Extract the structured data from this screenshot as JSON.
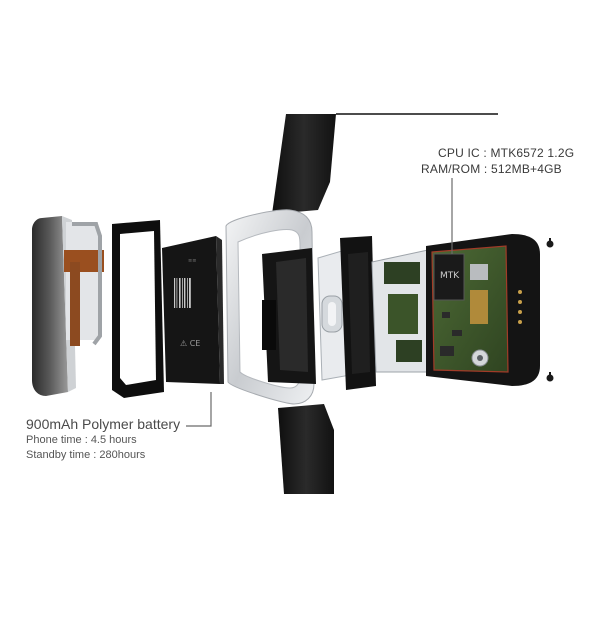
{
  "annotations": {
    "cpu": "CPU IC : MTK6572  1.2G",
    "ram": "RAM/ROM : 512MB+4GB",
    "battery_title": "900mAh Polymer battery",
    "phone_time": "Phone time : 4.5 hours",
    "standby_time": "Standby time : 280hours"
  },
  "chip_marking": "MTK",
  "colors": {
    "strap": "#1b1b1b",
    "frame_silver": "#d9dcdf",
    "pcb_green": "#3f5a2c",
    "gold": "#b08a3a",
    "battery_black": "#151515",
    "leader_line": "#6a6a6a",
    "label_text": "#3a3a3a"
  }
}
